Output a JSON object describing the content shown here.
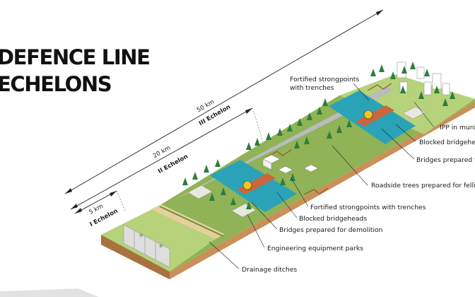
{
  "title": {
    "line1": "DEFENCE LINE",
    "line2": "ECHELONS"
  },
  "echelons": [
    {
      "distance": "5 km",
      "name": "I Echelon"
    },
    {
      "distance": "20 km",
      "name": "II Echelon"
    },
    {
      "distance": "50 km",
      "name": "III Echelon"
    }
  ],
  "labels": {
    "fortified_top": "Fortified strongpoints",
    "fortified_top_2": "with trenches",
    "ipp": "IPP in munic",
    "blocked_right": "Blocked bridgehead",
    "bridges_right": "Bridges prepared for demol",
    "roadside": "Roadside trees prepared for felling",
    "fortified_mid": "Fortified strongpoints with trenches",
    "blocked_mid": "Blocked bridgeheads",
    "bridges_mid": "Bridges prepared for demolition",
    "engineering": "Engineering equipment parks",
    "drainage": "Drainage ditches"
  },
  "colors": {
    "grass": "#8fb356",
    "grass_light": "#b6d27a",
    "water": "#2aa3b8",
    "soil_front": "#c9905a",
    "soil_side": "#a8723f",
    "road": "#b8bcbc",
    "sand": "#e6cf9c",
    "tree": "#2f7d3c",
    "explosive": "#f2c61f"
  }
}
